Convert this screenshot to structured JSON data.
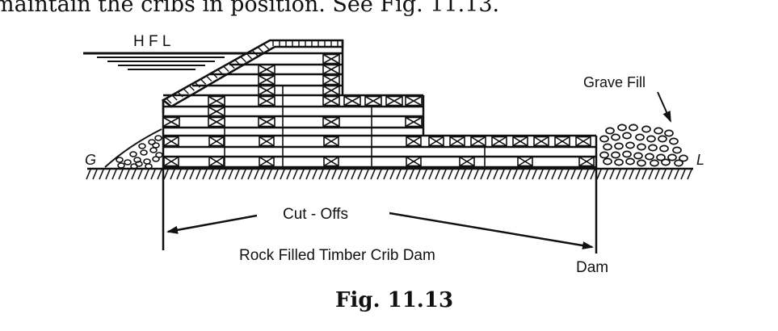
{
  "top_text": "maintain the cribs in position. See Fig. 11.13.",
  "labels": {
    "hfl": "H F L",
    "gravel_fill": "Grave Fill",
    "ground_left": "G",
    "ground_right": "L",
    "cut_offs": "Cut - Offs",
    "dam_name": "Rock Filled Timber Crib Dam",
    "dam": "Dam"
  },
  "caption": "Fig. 11.13",
  "colors": {
    "ink": "#111111",
    "background": "#ffffff"
  }
}
